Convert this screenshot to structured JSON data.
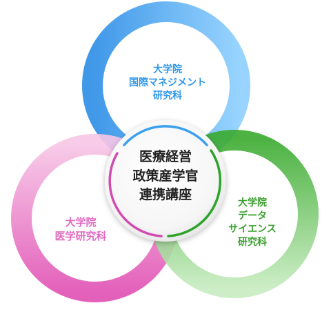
{
  "colors": {
    "blue": "#3aa0ee",
    "pink": "#e66cc2",
    "green": "#4ab83c",
    "center_text": "#222222"
  },
  "circles": {
    "top": {
      "line1": "大学院",
      "line2": "国際マネジメント",
      "line3": "研究科"
    },
    "left": {
      "line1": "大学院",
      "line2": "医学研究科"
    },
    "right": {
      "line1": "大学院",
      "line2": "データ",
      "line3": "サイエンス",
      "line4": "研究科"
    },
    "center": {
      "line1": "医療経営",
      "line2": "政策産学官",
      "line3": "連携講座"
    }
  }
}
